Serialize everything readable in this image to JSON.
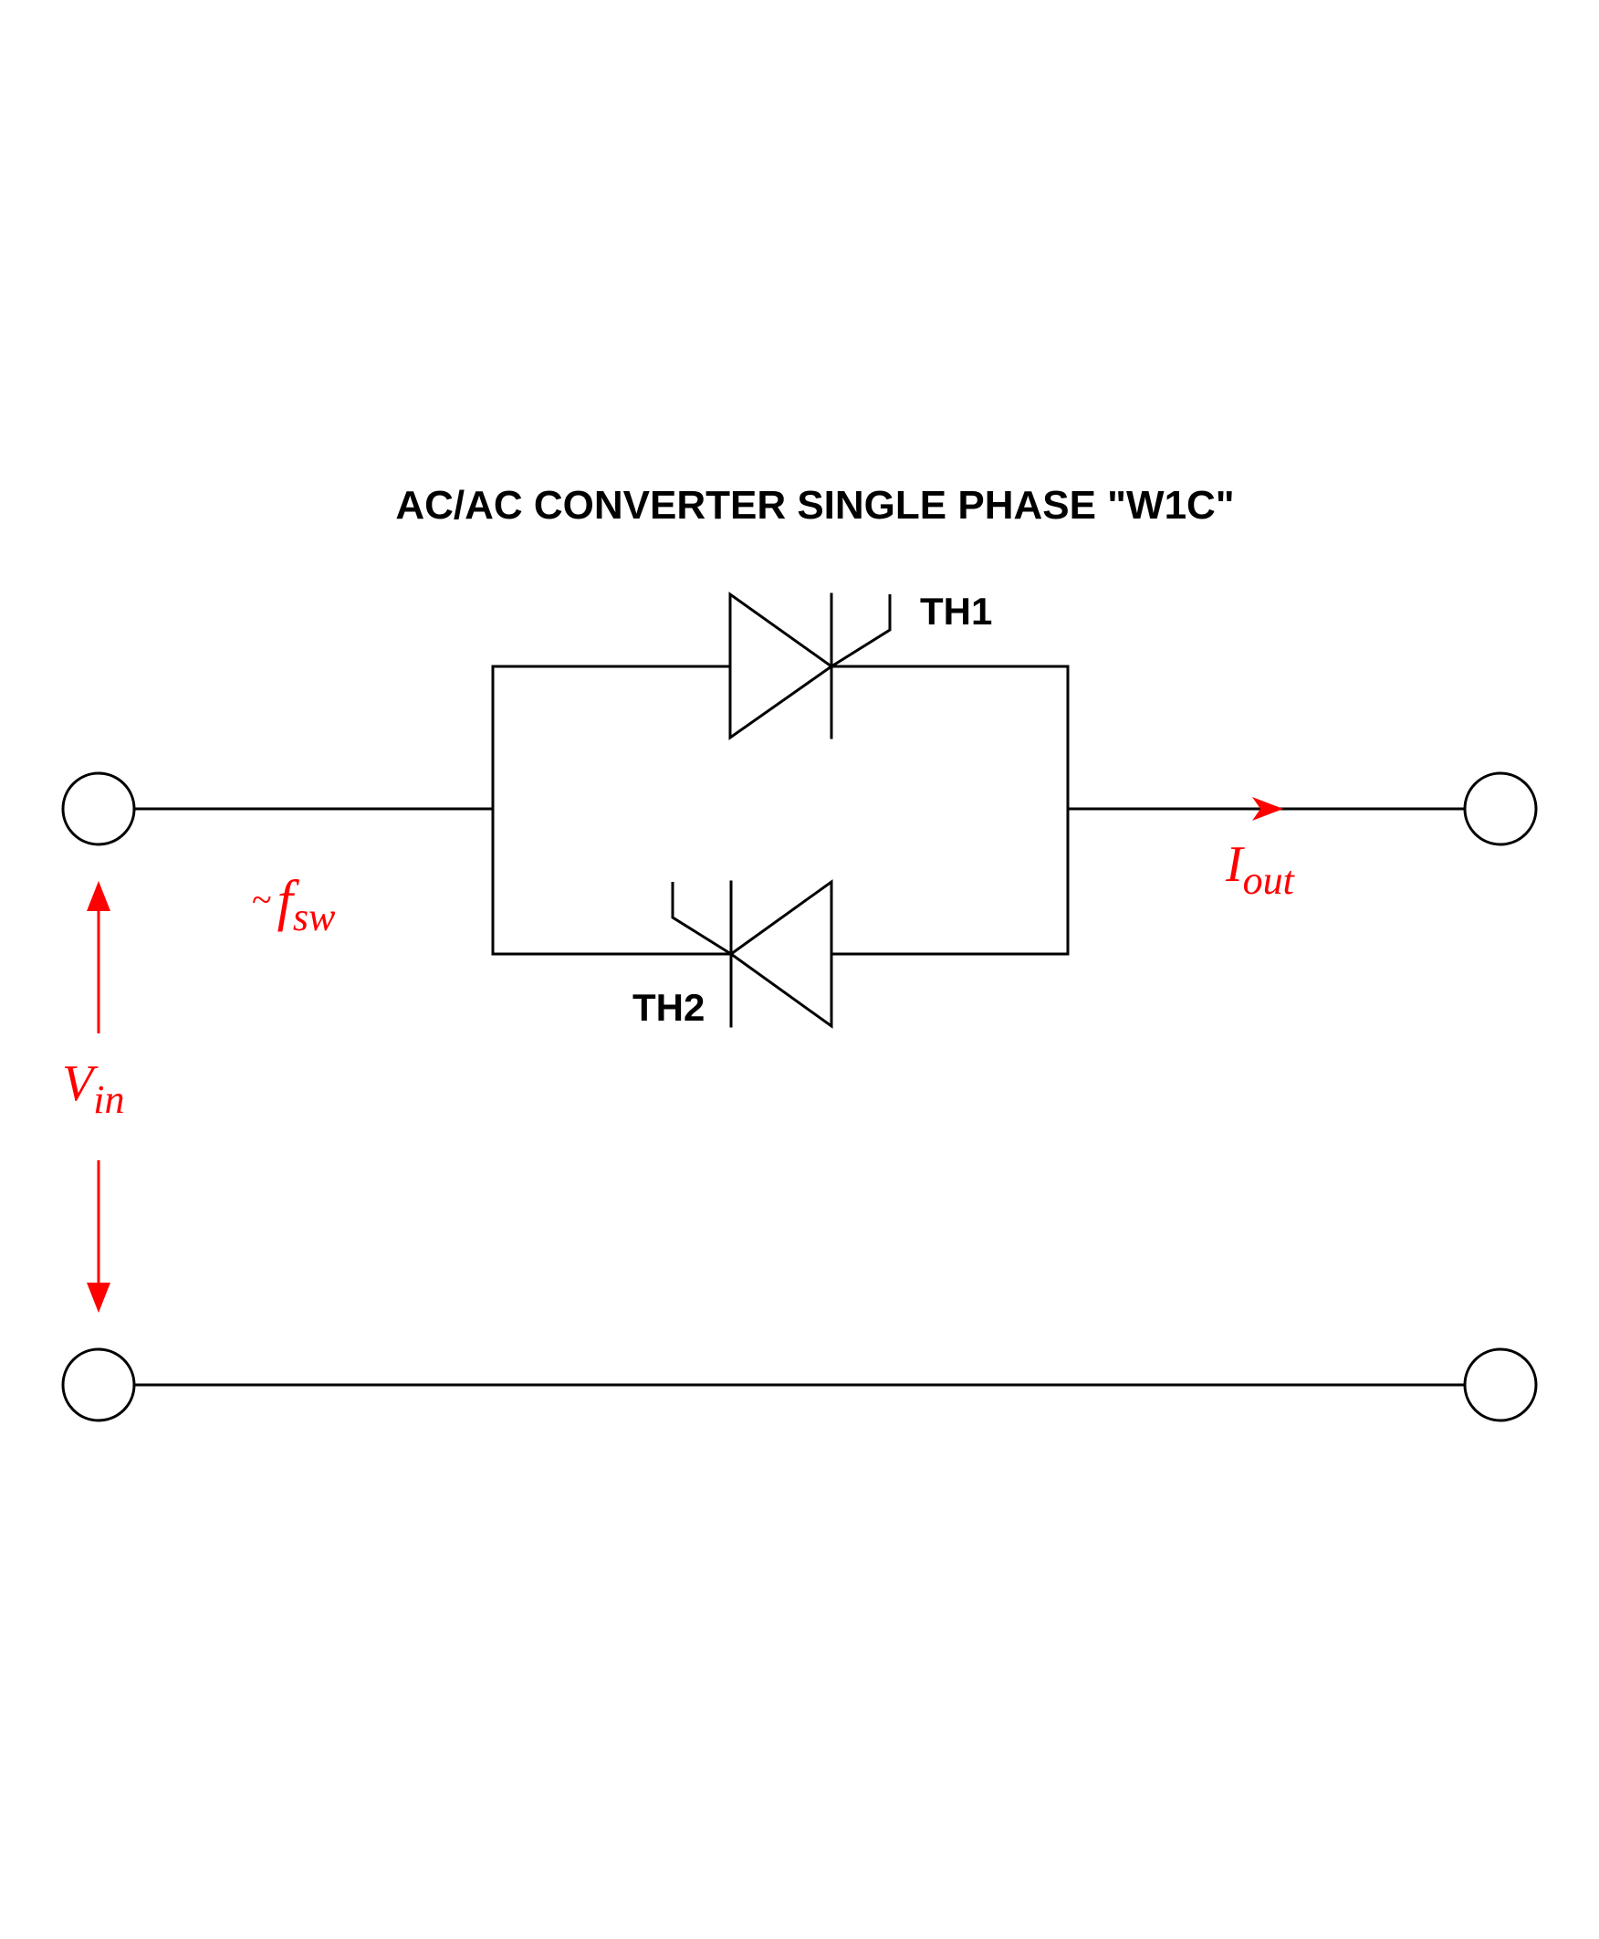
{
  "title": "AC/AC CONVERTER SINGLE PHASE \"W1C\"",
  "components": {
    "th1_label": "TH1",
    "th2_label": "TH2"
  },
  "annotations": {
    "fsw_tilde": "~",
    "fsw_main": "f",
    "fsw_sub": "sw",
    "iout_main": "I",
    "iout_sub": "out",
    "vin_main": "V",
    "vin_sub": "in"
  },
  "colors": {
    "wire": "#000000",
    "annotation": "#ff0000"
  }
}
